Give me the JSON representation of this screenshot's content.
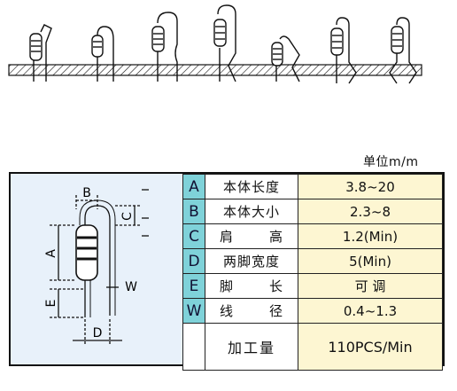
{
  "unit": "单位m/m",
  "diagram_labels": {
    "a": "A",
    "b": "B",
    "c": "C",
    "d": "D",
    "e": "E",
    "w": "W"
  },
  "spec_rows": [
    {
      "key": "A",
      "param": "本体长度",
      "value": "3.8~20"
    },
    {
      "key": "B",
      "param": "本体大小",
      "value": "2.3~8"
    },
    {
      "key": "C",
      "param": "肩 高",
      "param_left": "肩",
      "param_right": "高",
      "value": "1.2(Min)"
    },
    {
      "key": "D",
      "param": "两脚宽度",
      "value": "5(Min)"
    },
    {
      "key": "E",
      "param": "脚 长",
      "param_left": "脚",
      "param_right": "长",
      "value": "可 调"
    },
    {
      "key": "W",
      "param": "线 径",
      "param_left": "线",
      "param_right": "径",
      "value": "0.4~1.3"
    }
  ],
  "footer": {
    "label": "加工量",
    "value": "110PCS/Min"
  },
  "colors": {
    "key_cell": "#7fd2d9",
    "value_cell": "#fdf6d2",
    "diagram_bg": "#e8f1fa"
  }
}
